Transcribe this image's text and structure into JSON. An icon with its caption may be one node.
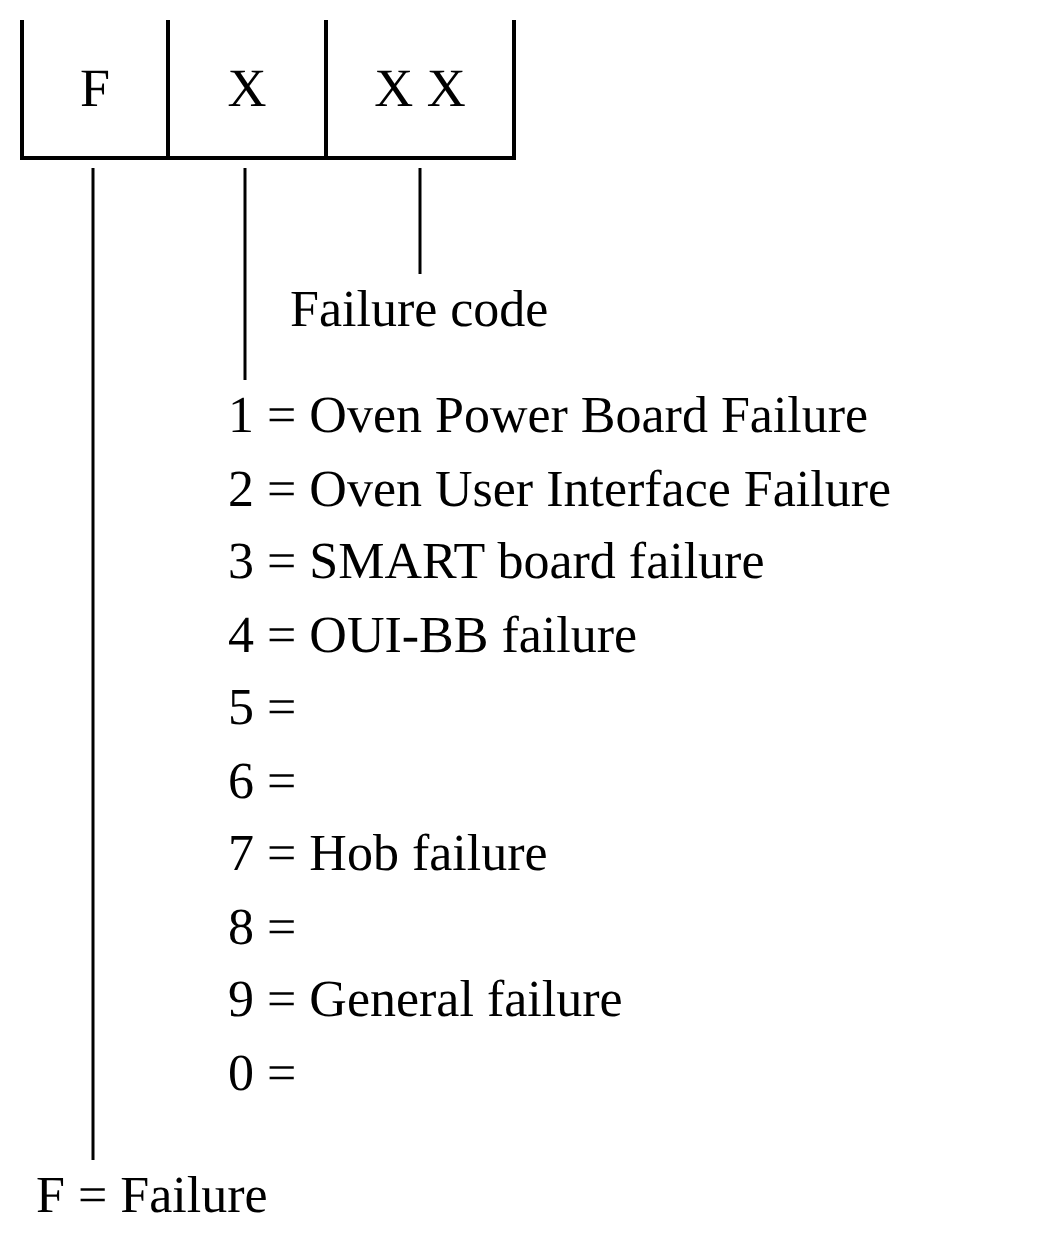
{
  "diagram": {
    "nodes": [
      {
        "text": [
          "F"
        ]
      },
      {
        "text": [
          "X"
        ]
      },
      {
        "text": [
          "X X"
        ]
      },
      {
        "text": [
          "Failure code"
        ]
      },
      {
        "text": [
          "1 = Oven Power Board Failure",
          "2 = Oven User Interface Failure",
          "3 = SMART board failure",
          "4 = OUI-BB failure",
          "5 =",
          "6 =",
          "7 = Hob failure",
          "8 =",
          "9 = General failure",
          "0 ="
        ]
      },
      {
        "text": [
          "F = Failure"
        ]
      }
    ],
    "edges": [
      {
        "from": 2,
        "to": 3,
        "arrow": "none"
      },
      {
        "from": 1,
        "to": 4,
        "arrow": "none"
      },
      {
        "from": 0,
        "to": 5,
        "arrow": "none"
      }
    ]
  }
}
